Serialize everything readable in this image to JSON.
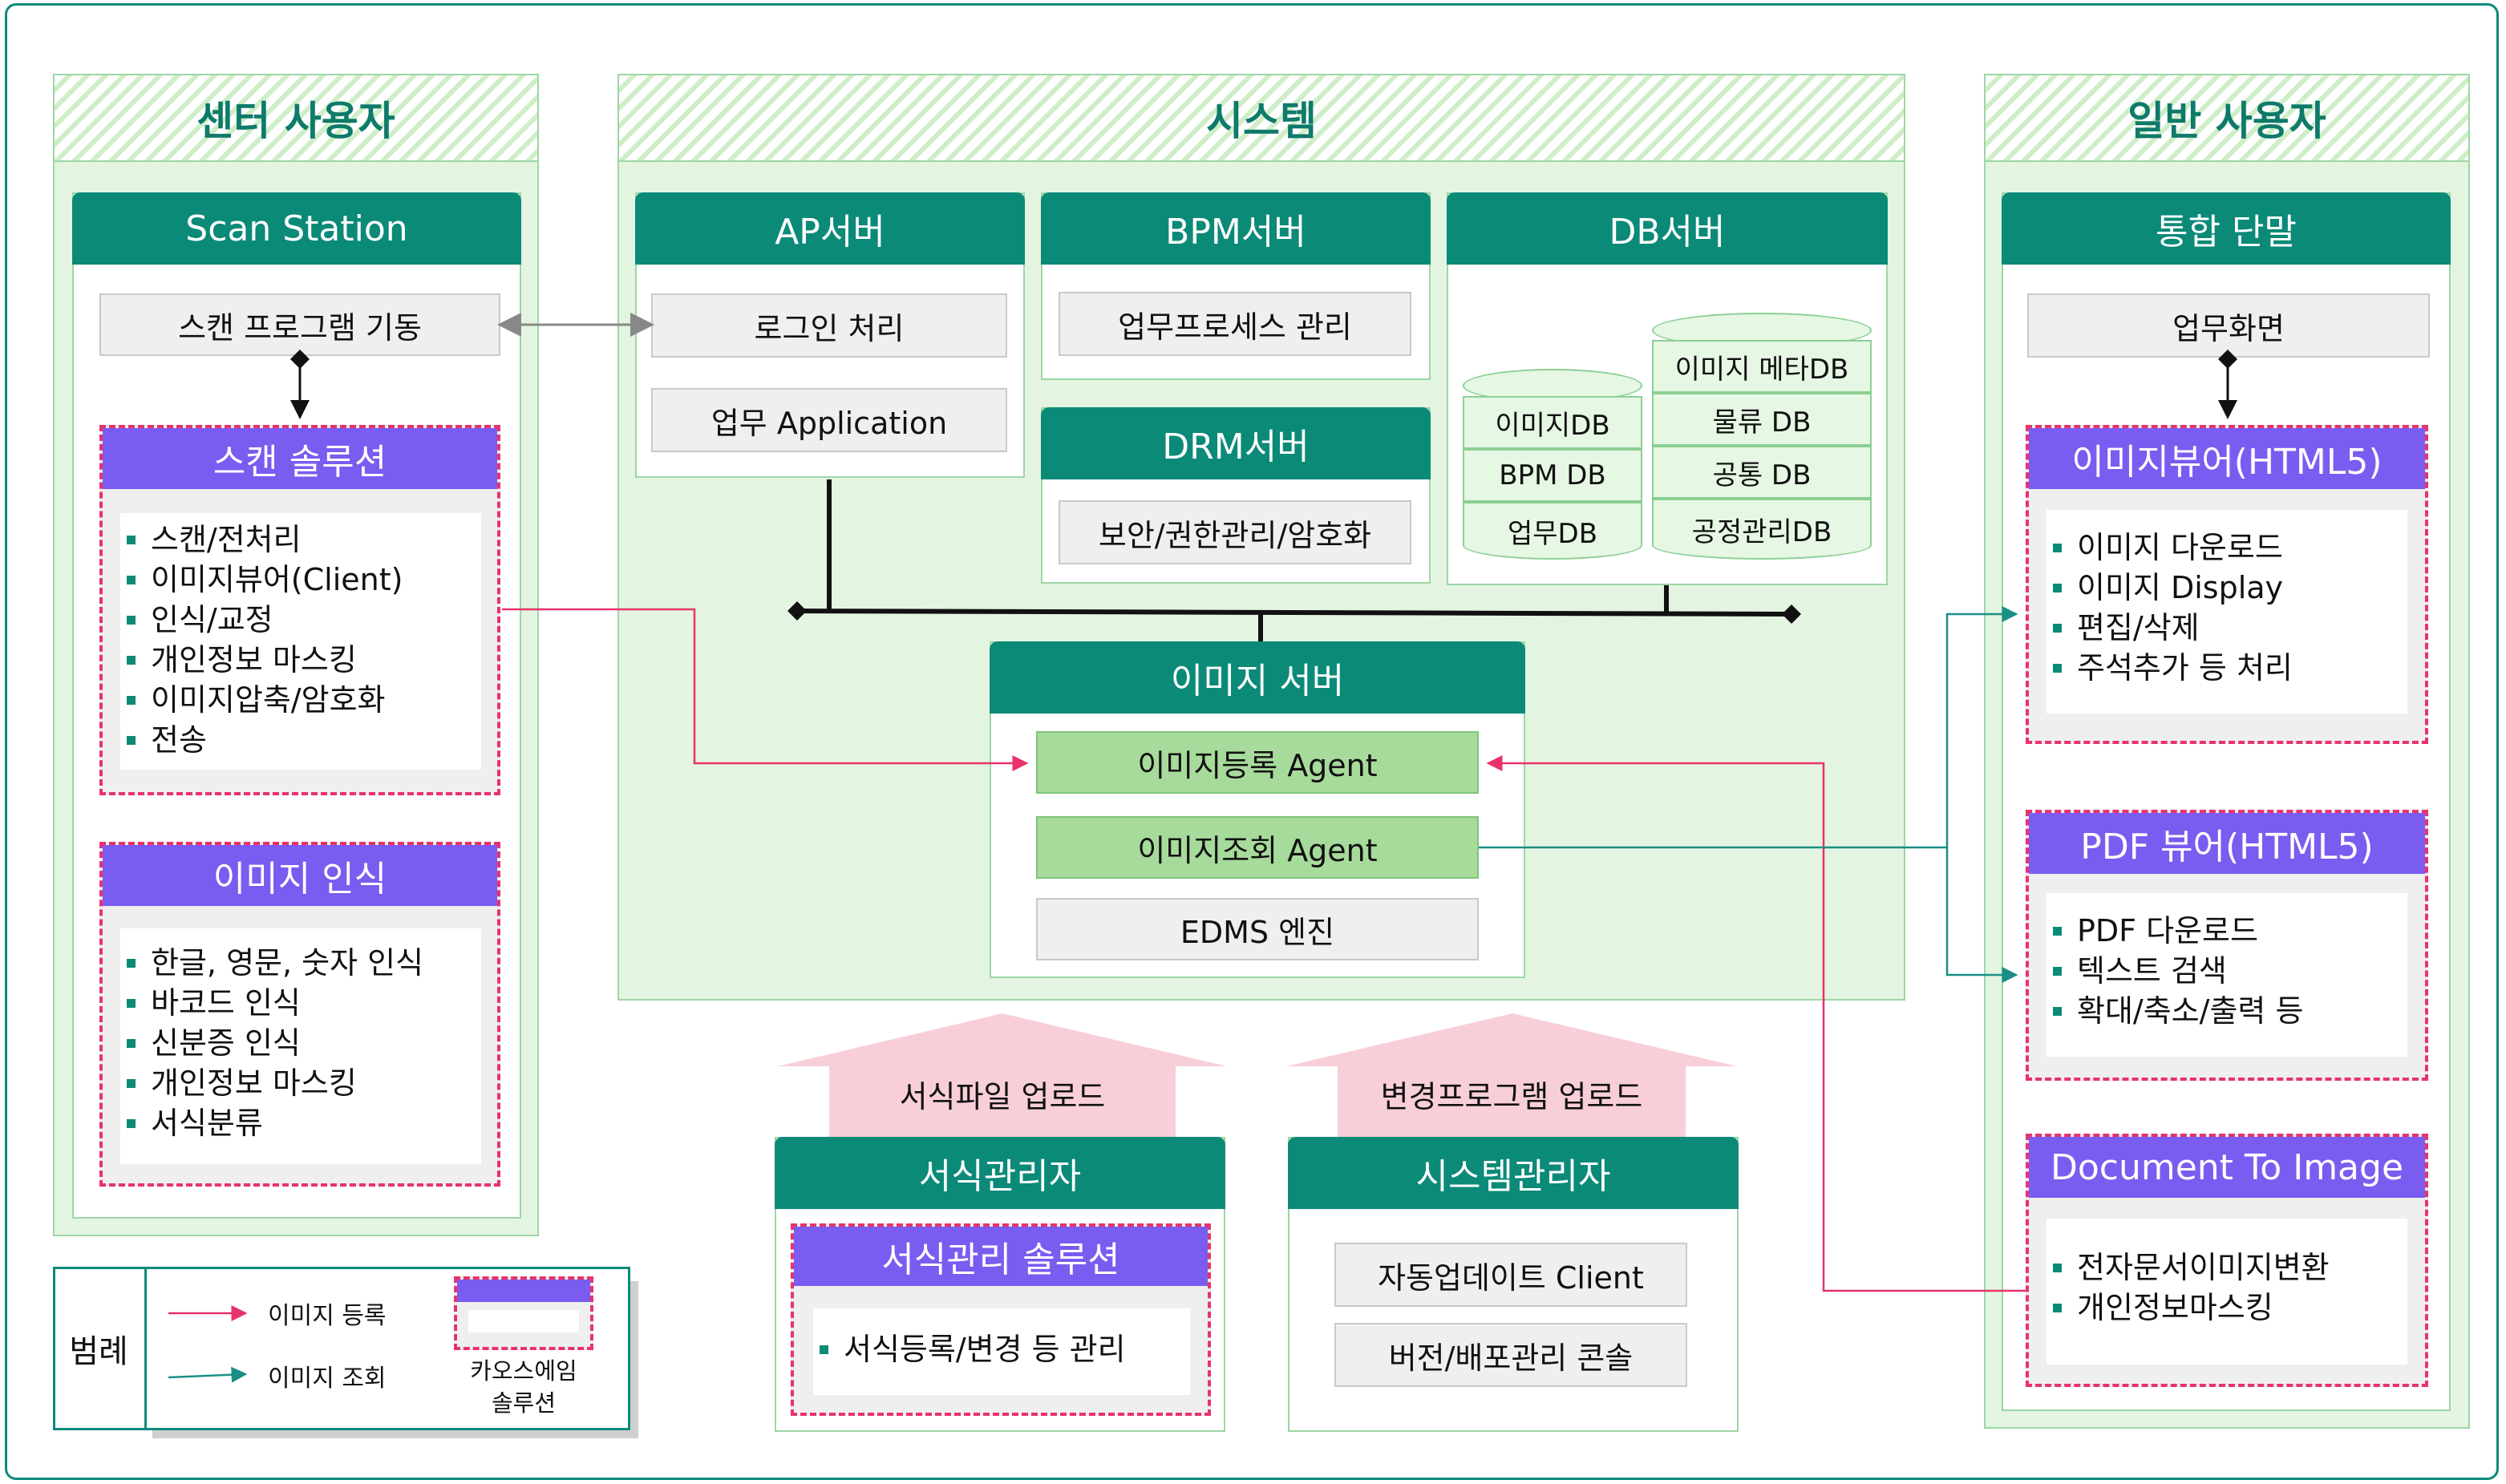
{
  "columns": {
    "center": "센터 사용자",
    "system": "시스템",
    "general": "일반 사용자"
  },
  "scan_station": {
    "title": "Scan Station",
    "launch": "스캔 프로그램 기동",
    "scan_solution": {
      "title": "스캔 솔루션",
      "items": [
        "스캔/전처리",
        "이미지뷰어(Client)",
        "인식/교정",
        "개인정보 마스킹",
        "이미지압축/암호화",
        "전송"
      ]
    },
    "image_recognition": {
      "title": "이미지 인식",
      "items": [
        "한글, 영문, 숫자 인식",
        "바코드 인식",
        "신분증 인식",
        "개인정보 마스킹",
        "서식분류"
      ]
    }
  },
  "ap_server": {
    "title": "AP서버",
    "login": "로그인 처리",
    "app": "업무 Application"
  },
  "bpm_server": {
    "title": "BPM서버",
    "process": "업무프로세스 관리"
  },
  "drm_server": {
    "title": "DRM서버",
    "security": "보안/권한관리/암호화"
  },
  "db_server": {
    "title": "DB서버",
    "left_db": [
      "이미지DB",
      "BPM DB",
      "업무DB"
    ],
    "right_db": [
      "이미지 메타DB",
      "물류 DB",
      "공통 DB",
      "공정관리DB"
    ]
  },
  "image_server": {
    "title": "이미지 서버",
    "register_agent": "이미지등록 Agent",
    "query_agent": "이미지조회 Agent",
    "edms": "EDMS 엔진"
  },
  "uploads": {
    "form_upload": "서식파일 업로드",
    "program_upload": "변경프로그램 업로드"
  },
  "form_admin": {
    "title": "서식관리자",
    "solution": {
      "title": "서식관리 솔루션",
      "items": [
        "서식등록/변경 등 관리"
      ]
    }
  },
  "system_admin": {
    "title": "시스템관리자",
    "auto_update": "자동업데이트 Client",
    "version": "버전/배포관리 콘솔"
  },
  "terminal": {
    "title": "통합 단말",
    "screen": "업무화면",
    "image_viewer": {
      "title": "이미지뷰어(HTML5)",
      "items": [
        "이미지 다운로드",
        "이미지 Display",
        "편집/삭제",
        "주석추가 등 처리"
      ]
    },
    "pdf_viewer": {
      "title": "PDF 뷰어(HTML5)",
      "items": [
        "PDF 다운로드",
        "텍스트 검색",
        "확대/축소/출력 등"
      ]
    },
    "doc_to_image": {
      "title": "Document To Image",
      "items": [
        "전자문서이미지변환",
        "개인정보마스킹"
      ]
    }
  },
  "legend": {
    "title": "범례",
    "register": "이미지 등록",
    "query": "이미지 조회",
    "solution_label": "카오스에임\n솔루션"
  },
  "colors": {
    "header_teal": "#0b8a78",
    "solution_purple": "#7a5cf0",
    "register_line": "#e8336a",
    "query_line": "#1a8f86"
  }
}
